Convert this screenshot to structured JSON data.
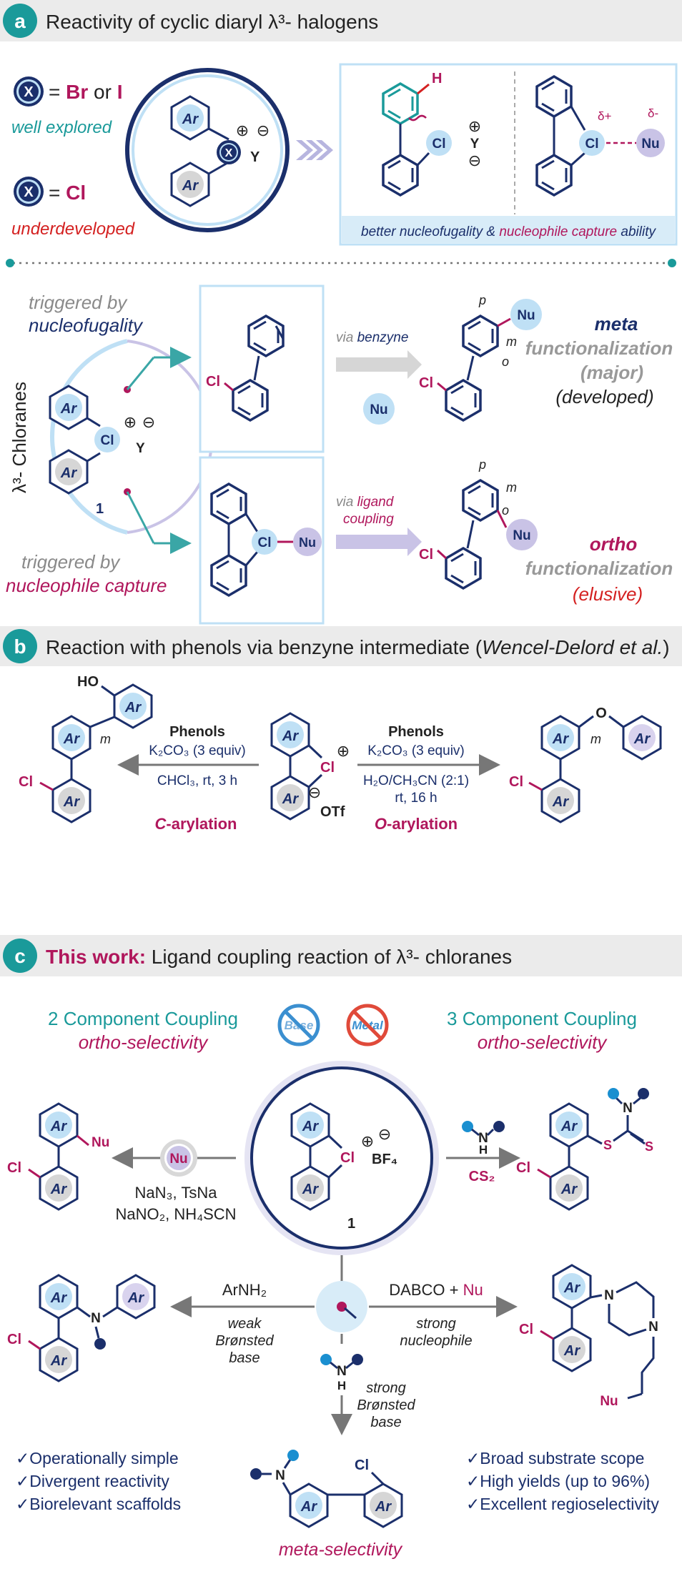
{
  "panel_a": {
    "badge": "a",
    "title": "Reactivity of cyclic diaryl λ³- halogens",
    "x_label": "X",
    "eq_br_i_prefix": "= ",
    "br": "Br",
    "or": " or ",
    "i": "I",
    "well_explored": "well explored",
    "eq_cl_prefix": "= ",
    "cl": "Cl",
    "underdeveloped": "underdeveloped",
    "ar": "Ar",
    "plus": "⊕",
    "minus": "⊖",
    "y": "Y",
    "h": "H",
    "delta_plus": "δ+",
    "delta_minus": "δ-",
    "nu": "Nu",
    "caption_1": "better ",
    "caption_2": "nucleofugality",
    "caption_3": " & ",
    "caption_4": "nucleophile capture",
    "caption_5": " ability",
    "chloranes": "λ³- Chloranes",
    "compound_1": "1",
    "triggered_by": "triggered by",
    "nucleofugality": "nucleofugality",
    "nucleophile_capture": "nucleophile capture",
    "via": "via",
    "benzyne": "benzyne",
    "ligand": "ligand",
    "coupling": "coupling",
    "p": "p",
    "m": "m",
    "o": "o",
    "meta": "meta",
    "functionalization": "functionalization",
    "major": "(major)",
    "developed": "(developed)",
    "ortho": "ortho",
    "elusive": "(elusive)"
  },
  "panel_b": {
    "badge": "b",
    "title_1": "Reaction with phenols via benzyne intermediate (",
    "title_2": "Wencel-Delord et al.",
    "title_3": ")",
    "ho": "HO",
    "o_atom": "O",
    "m": "m",
    "phenols": "Phenols",
    "k2co3": "K₂CO₃ (3 equiv)",
    "cond_left": "CHCl₃, rt, 3 h",
    "cond_right_1": "H₂O/CH₃CN (2:1)",
    "cond_right_2": "rt, 16 h",
    "c_arylation_c": "C",
    "c_arylation": "-arylation",
    "o_arylation_o": "O",
    "o_arylation": "-arylation",
    "otf": "OTf"
  },
  "panel_c": {
    "badge": "c",
    "title_bold": "This work:",
    "title_rest": " Ligand coupling reaction of λ³- chloranes",
    "two_comp": "2 Component Coupling",
    "three_comp": "3 Component Coupling",
    "ortho_sel": "ortho-selectivity",
    "base": "Base",
    "metal": "Metal",
    "bf4": "BF₄",
    "nu_reagents_1": "NaN₃, TsNa",
    "nu_reagents_2": "NaNO₂, NH₄SCN",
    "cs2": "CS₂",
    "n": "N",
    "s": "S",
    "arnh2": "ArNH₂",
    "weak": "weak",
    "bronsted_base": "Brønsted",
    "base_word": "base",
    "dabco": "DABCO + ",
    "strong": "strong",
    "nucleophile": "nucleophile",
    "check_left": [
      "✓Operationally simple",
      "✓Divergent reactivity",
      "✓Biorelevant scaffolds"
    ],
    "check_right": [
      "✓Broad substrate scope",
      "✓High yields (up to 96%)",
      "✓Excellent regioselectivity"
    ],
    "meta_sel": "meta-selectivity"
  },
  "colors": {
    "navy": "#1b2f6b",
    "teal": "#1a9a9a",
    "magenta": "#b0175c",
    "red": "#d42020",
    "light_blue": "#bfe0f5",
    "gray_ring": "#d8d8d8",
    "lavender": "#c9c3e6"
  }
}
